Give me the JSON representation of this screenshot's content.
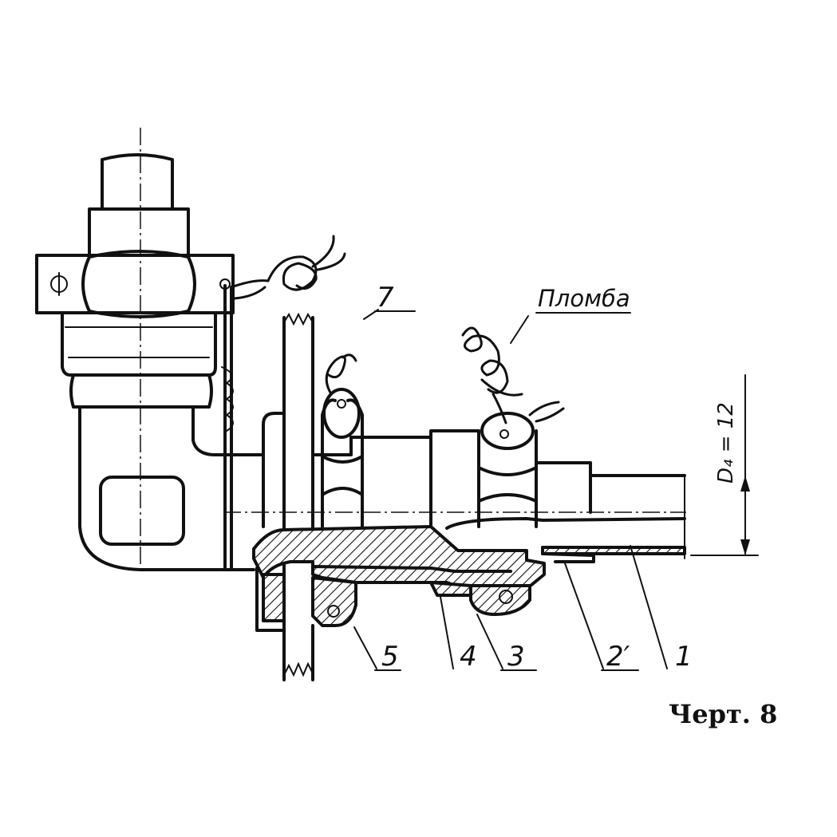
{
  "labels": {
    "seal": "Пломба",
    "dimension": "D₄ = 12",
    "item_7": "7",
    "item_5": "5",
    "item_4": "4",
    "item_3": "3",
    "item_2": "2′",
    "item_1": "1"
  },
  "caption": "Черт. 8"
}
